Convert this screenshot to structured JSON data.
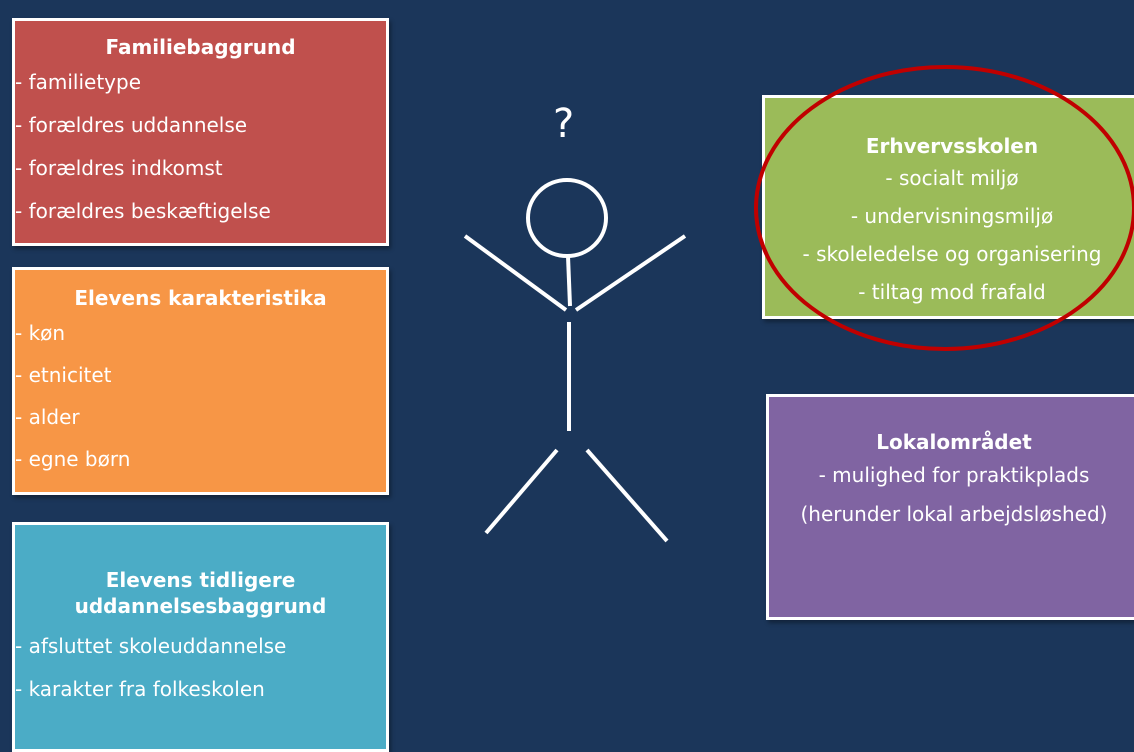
{
  "boxes": {
    "familie": {
      "title": "Familiebaggrund",
      "items": [
        "- familietype",
        "- forældres uddannelse",
        "- forældres indkomst",
        "- forældres beskæftigelse"
      ],
      "color": "#c0504d"
    },
    "elevens": {
      "title": "Elevens karakteristika",
      "items": [
        "- køn",
        "- etnicitet",
        "- alder",
        "- egne børn"
      ],
      "color": "#f79646"
    },
    "tidligere": {
      "title_line1": "Elevens tidligere",
      "title_line2": "uddannelsesbaggrund",
      "items": [
        "- afsluttet skoleuddannelse",
        "- karakter fra folkeskolen"
      ],
      "color": "#4bacc6"
    },
    "erhverv": {
      "title": "Erhvervsskolen",
      "items": [
        "- socialt miljø",
        "- undervisningsmiljø",
        "- skoleledelse og organisering",
        "- tiltag mod frafald"
      ],
      "color": "#9bbb59",
      "highlight_color": "#c00000"
    },
    "lokal": {
      "title": "Lokalområdet",
      "items": [
        "- mulighed for praktikplads",
        "(herunder lokal arbejdsløshed)"
      ],
      "color": "#8064a2"
    }
  },
  "figure": {
    "question_mark": "?",
    "icon": "stick-figure-icon"
  },
  "colors": {
    "background": "#1b365a",
    "text": "#ffffff"
  }
}
